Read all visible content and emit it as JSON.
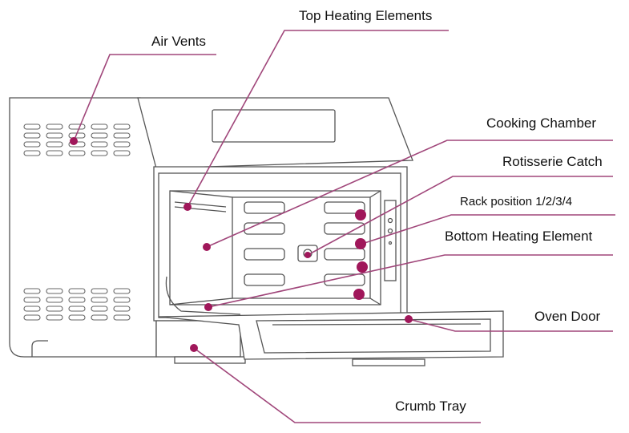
{
  "labels": {
    "top_heating_elements": "Top Heating Elements",
    "air_vents": "Air Vents",
    "cooking_chamber": "Cooking Chamber",
    "rotisserie_catch": "Rotisserie Catch",
    "rack_position": "Rack position 1/2/3/4",
    "bottom_heating_element": "Bottom Heating Element",
    "oven_door": "Oven Door",
    "crumb_tray": "Crumb Tray"
  },
  "colors": {
    "callout": "#a0175a",
    "leader_line": "#a0467a",
    "outline": "#555555"
  }
}
